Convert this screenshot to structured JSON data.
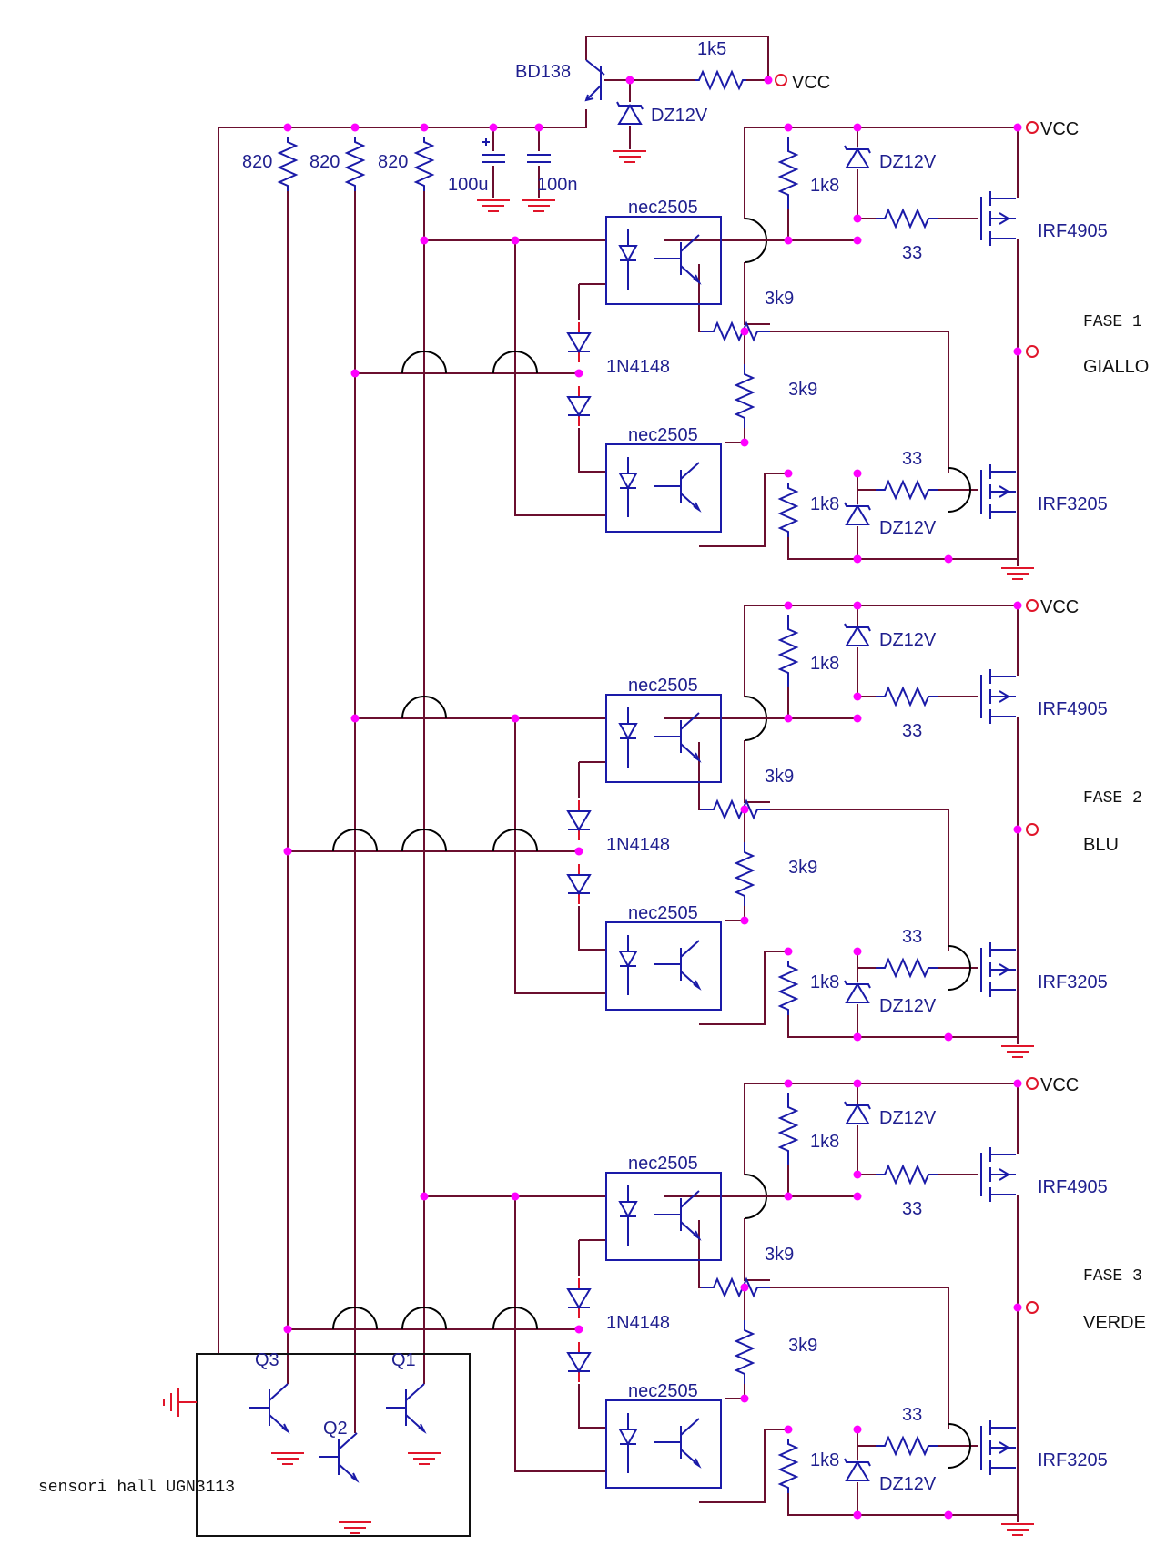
{
  "colors": {
    "wire": "#6b0f2f",
    "comp": "#1a1aa8",
    "pin": "#e0152a",
    "dot": "#ff00ff",
    "hop": "#000000",
    "box": "#111111"
  },
  "supply": {
    "transistor": "BD138",
    "resistor": "1k5",
    "zener": "DZ12V",
    "vcc": "VCC",
    "cap1": "100u",
    "cap2": "100n",
    "pullup": "820"
  },
  "phases": [
    {
      "fase": "FASE 1",
      "color": "GIALLO"
    },
    {
      "fase": "FASE 2",
      "color": "BLU"
    },
    {
      "fase": "FASE 3",
      "color": "VERDE"
    }
  ],
  "stage": {
    "optocoupler": "nec2505",
    "diode": "1N4148",
    "divider": "3k9",
    "gate_pull": "1k8",
    "gate_res": "33",
    "zener": "DZ12V",
    "high_side": "IRF4905",
    "low_side": "IRF3205",
    "vcc": "VCC"
  },
  "sensors": {
    "label": "sensori hall UGN3113",
    "q1": "Q1",
    "q2": "Q2",
    "q3": "Q3"
  }
}
